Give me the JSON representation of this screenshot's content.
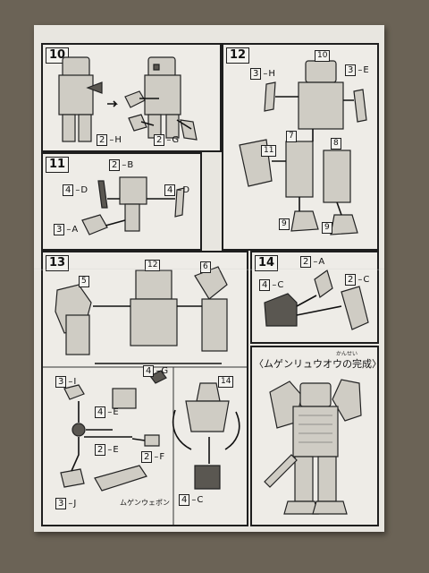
{
  "steps": {
    "s10": {
      "num": "10",
      "labels": [
        {
          "n": "2",
          "p": "H"
        },
        {
          "n": "2",
          "p": "G"
        }
      ]
    },
    "s11": {
      "num": "11",
      "labels": [
        {
          "n": "2",
          "p": "B"
        },
        {
          "n": "4",
          "p": "D"
        },
        {
          "n": "4",
          "p": "D"
        },
        {
          "n": "3",
          "p": "A"
        }
      ]
    },
    "s12": {
      "num": "12",
      "labels": [
        {
          "n": "3",
          "p": "H"
        },
        {
          "n": "3",
          "p": "E"
        }
      ],
      "refs": [
        "10",
        "7",
        "8",
        "11",
        "9",
        "9"
      ]
    },
    "s13": {
      "num": "13",
      "refs": [
        "5",
        "12",
        "6",
        "14"
      ],
      "labels": [
        {
          "n": "4",
          "p": "G"
        },
        {
          "n": "3",
          "p": "I"
        },
        {
          "n": "4",
          "p": "E"
        },
        {
          "n": "2",
          "p": "E"
        },
        {
          "n": "2",
          "p": "F"
        },
        {
          "n": "3",
          "p": "J"
        },
        {
          "n": "4",
          "p": "C"
        }
      ],
      "weapon": "ムゲンウェポン"
    },
    "s14": {
      "num": "14",
      "labels": [
        {
          "n": "2",
          "p": "A"
        },
        {
          "n": "4",
          "p": "C"
        },
        {
          "n": "2",
          "p": "C"
        }
      ]
    },
    "complete": {
      "title": "〈ムゲンリュウオウの完成〉",
      "ruby": "かんせい"
    }
  }
}
